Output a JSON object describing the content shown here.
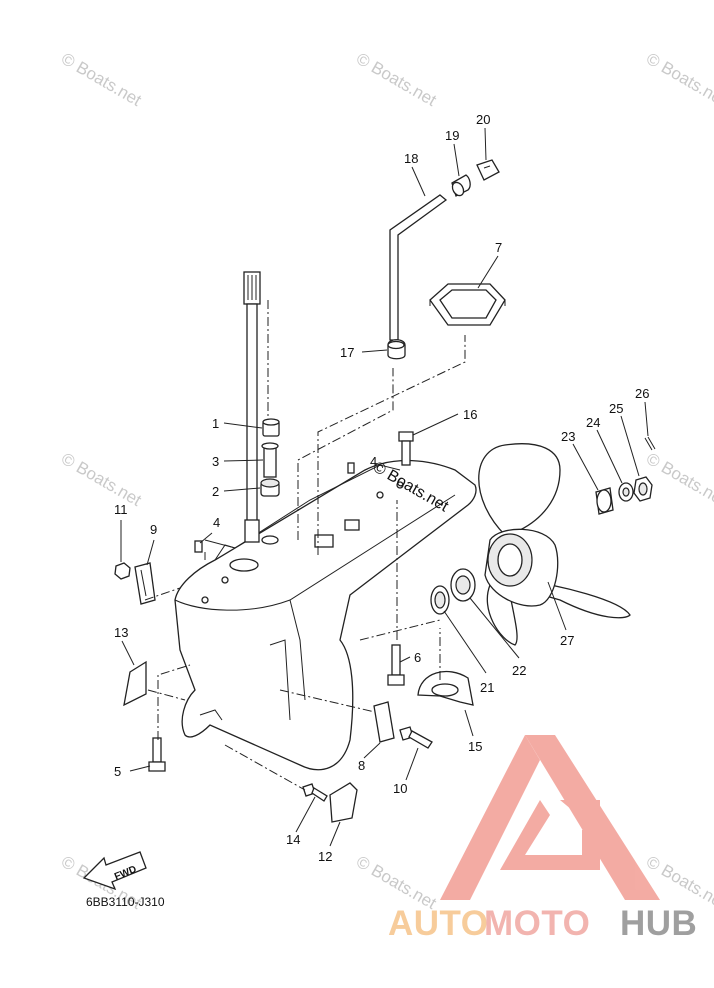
{
  "diagram_code": "6BB3110-J310",
  "fwd_label": "FWD",
  "watermark_text": "© Boats.net",
  "brand": {
    "word_part1": "AUTO",
    "word_part2": "MOTO",
    "word_part3": "HUB",
    "color_part1": "#f6c48a",
    "color_part2": "#f0a8a2",
    "color_part3": "#9b9b9b",
    "logo_color": "#f29d94"
  },
  "callouts": [
    "1",
    "2",
    "3",
    "4",
    "4",
    "5",
    "6",
    "7",
    "8",
    "9",
    "10",
    "11",
    "12",
    "13",
    "14",
    "15",
    "16",
    "17",
    "18",
    "19",
    "20",
    "21",
    "22",
    "23",
    "24",
    "25",
    "26",
    "27"
  ]
}
